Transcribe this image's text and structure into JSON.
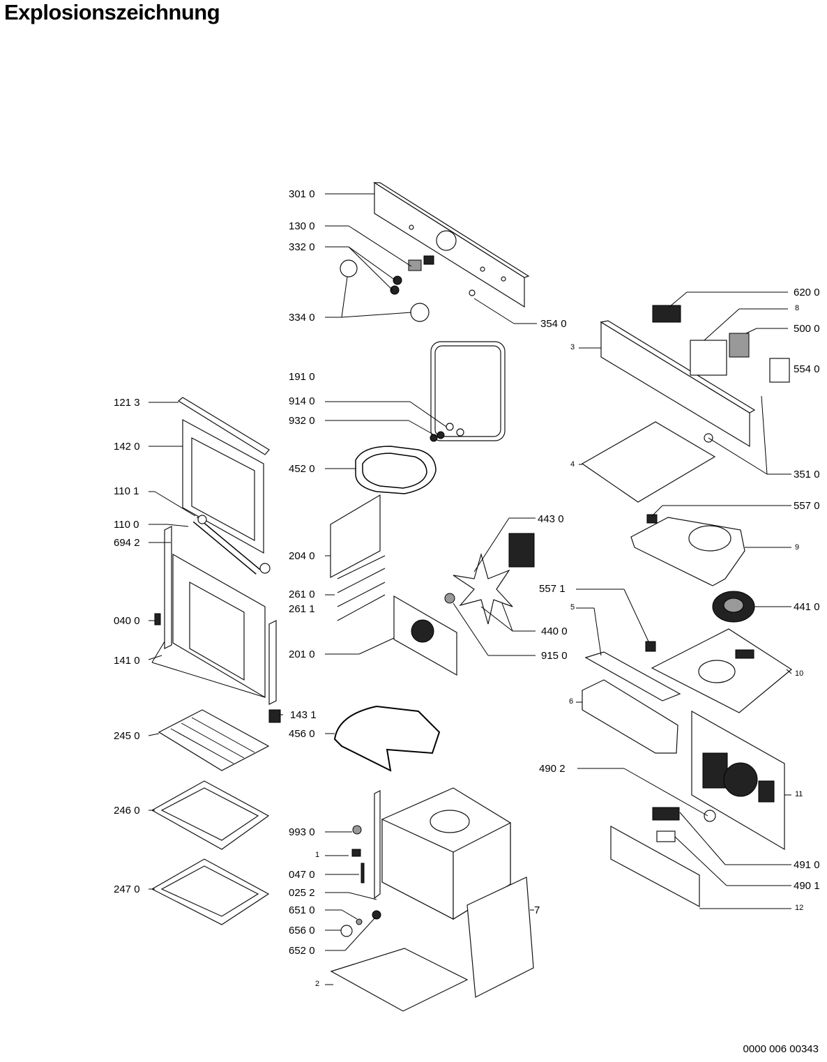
{
  "title": "Explosionszeichnung",
  "document_code": "0000 006 00343",
  "labels": {
    "p3010": "301 0",
    "p1300": "130 0",
    "p3320": "332 0",
    "p3340": "334 0",
    "p3540": "354 0",
    "p6200": "620 0",
    "p8": "8",
    "p5000": "500 0",
    "p3": "3",
    "p5540": "554 0",
    "p1910": "191 0",
    "p9140": "914 0",
    "p9320": "932 0",
    "p1213": "121 3",
    "p1420": "142 0",
    "p4520": "452 0",
    "p4": "4",
    "p3510": "351 0",
    "p1101": "110 1",
    "p5570": "557 0",
    "p4430": "443 0",
    "p1100": "110 0",
    "p6942": "694 2",
    "p9": "9",
    "p2040": "204 0",
    "p2610": "261 0",
    "p2611": "261 1",
    "p5571": "557 1",
    "p4410": "441 0",
    "p0400": "040 0",
    "p5": "5",
    "p4400": "440 0",
    "p1410": "141 0",
    "p2010": "201 0",
    "p9150": "915 0",
    "p10": "10",
    "p1431": "143 1",
    "p6": "6",
    "p2450": "245 0",
    "p4560": "456 0",
    "p4902": "490 2",
    "p11": "11",
    "p2460": "246 0",
    "p9930": "993 0",
    "p1": "1",
    "p4910": "491 0",
    "p0470": "047 0",
    "p4901": "490 1",
    "p2470": "247 0",
    "p0252": "025 2",
    "p6510": "651 0",
    "p12": "12",
    "p7": "7",
    "p6560": "656 0",
    "p6520": "652 0",
    "p2": "2"
  }
}
